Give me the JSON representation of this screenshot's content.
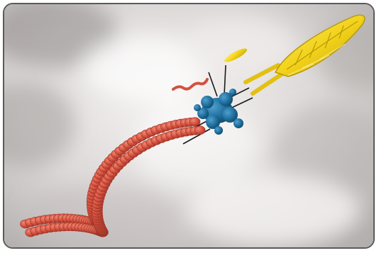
{
  "scene": {
    "description_colors": {
      "sky_light": "#f2f0ef",
      "sky_mid": "#d6d3d2",
      "sky_dark": "#a9a5a4",
      "red_segment": "#d5503e",
      "red_segment_dark": "#a8382b",
      "blue_core": "#1f6f9d",
      "blue_core_dark": "#145178",
      "yellow_module": "#f2d21a",
      "yellow_module_dark": "#c7a70d",
      "frame_border": "#5a5a5a",
      "connector_line": "#1a1a1a"
    },
    "icons": {
      "red_coil": "red-coiled-segment-chain",
      "blue_core": "blue-molecular-core",
      "yellow_head": "yellow-leaf-shaped-module",
      "small_red": "small-red-squiggle",
      "small_yellow": "small-yellow-oval"
    }
  }
}
